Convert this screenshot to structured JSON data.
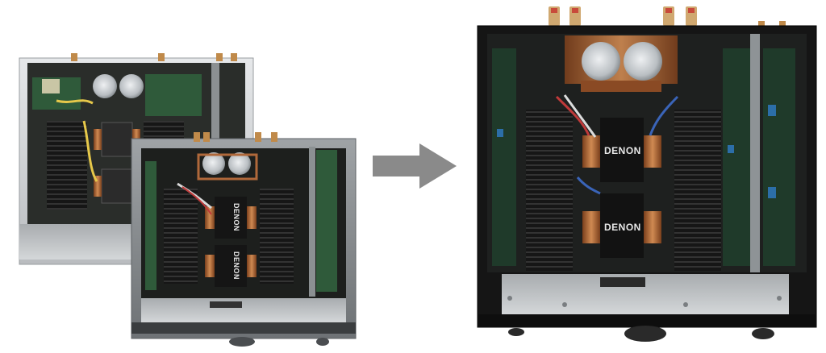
{
  "scene": {
    "background": "#ffffff",
    "arrow_color": "#8a8a8a",
    "chassis_silver": "#cfd2d4",
    "chassis_black": "#1a1a1a",
    "copper": "#b8703c"
  },
  "amps": {
    "front_brand": "DENON",
    "middle_brand_top": "DENON",
    "middle_brand_bottom": "DENON",
    "right_brand_top": "DENON",
    "right_brand_bottom": "DENON"
  }
}
